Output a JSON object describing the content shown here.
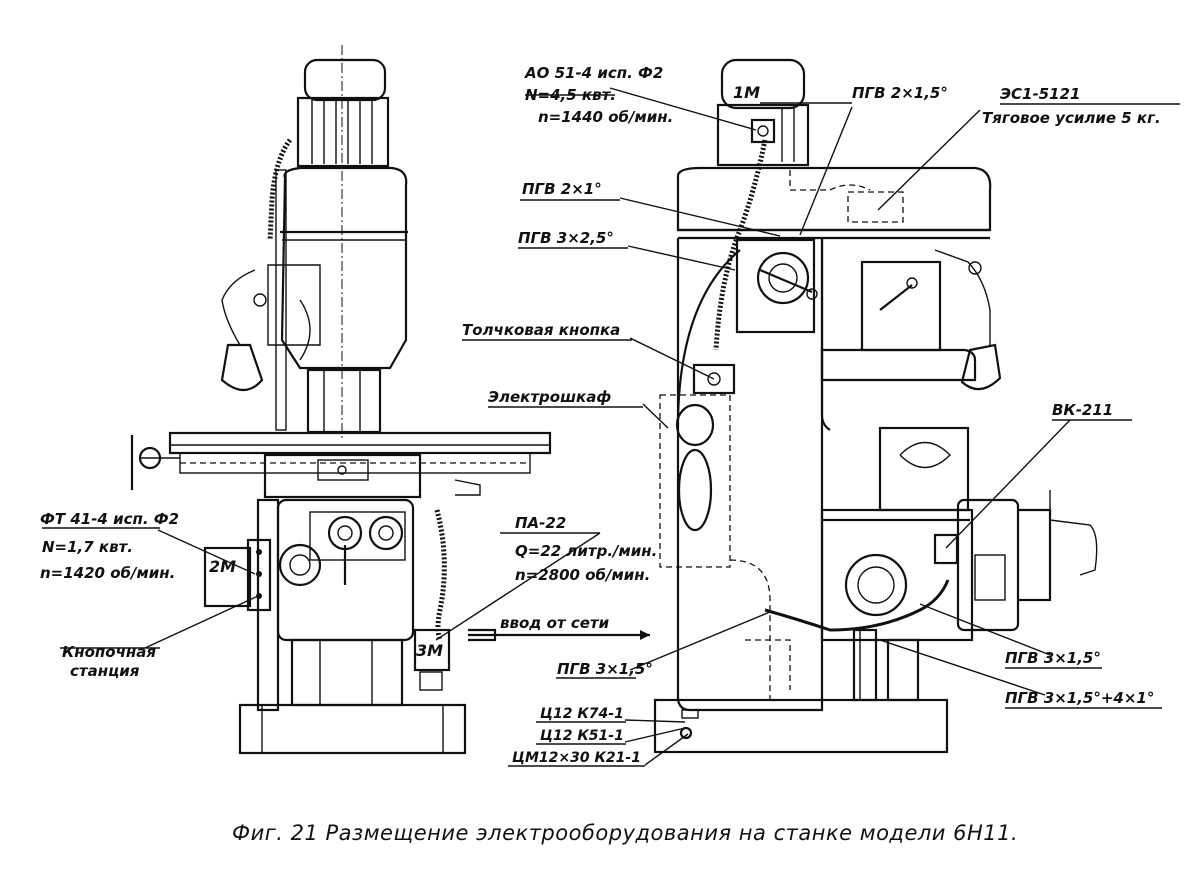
{
  "labels": {
    "motor1_spec": "АО 51-4 исп. Ф2",
    "motor1_power": "N=4,5 квт.",
    "motor1_speed": "n=1440 об/мин.",
    "motor1_tag": "1М",
    "pgv_2x1_5_top": "ПГВ 2×1,5°",
    "esl_spec": "ЭС1-5121",
    "esl_force": "Тяговое усилие 5 кг.",
    "pgv_2x1": "ПГВ 2×1°",
    "pgv_3x2_5": "ПГВ 3×2,5°",
    "push_button": "Толчковая кнопка",
    "electric_cabinet": "Электрошкаф",
    "vk211": "ВК-211",
    "motor2_spec": "ФТ 41-4 исп. Ф2",
    "motor2_power": "N=1,7 квт.",
    "motor2_speed": "n=1420 об/мин.",
    "motor2_tag": "2М",
    "pump_spec": "ПА-22",
    "pump_flow": "Q=22 литр./мин.",
    "pump_speed": "n=2800 об/мин.",
    "motor3_tag": "3М",
    "mains_input": "ввод от сети",
    "pgv_3x1_5_left": "ПГВ 3×1,5°",
    "pgv_3x1_5_right": "ПГВ 3×1,5°",
    "pgv_combo": "ПГВ 3×1,5°+4×1°",
    "button_station_line1": "Кнопочная",
    "button_station_line2": "станция",
    "c12_k74": "Ц12 К74-1",
    "c12_k51": "Ц12 К51-1",
    "cm12_k21": "ЦМ12×30 К21-1"
  },
  "caption": "Фиг. 21 Размещение электрооборудования на станке модели 6Н11."
}
